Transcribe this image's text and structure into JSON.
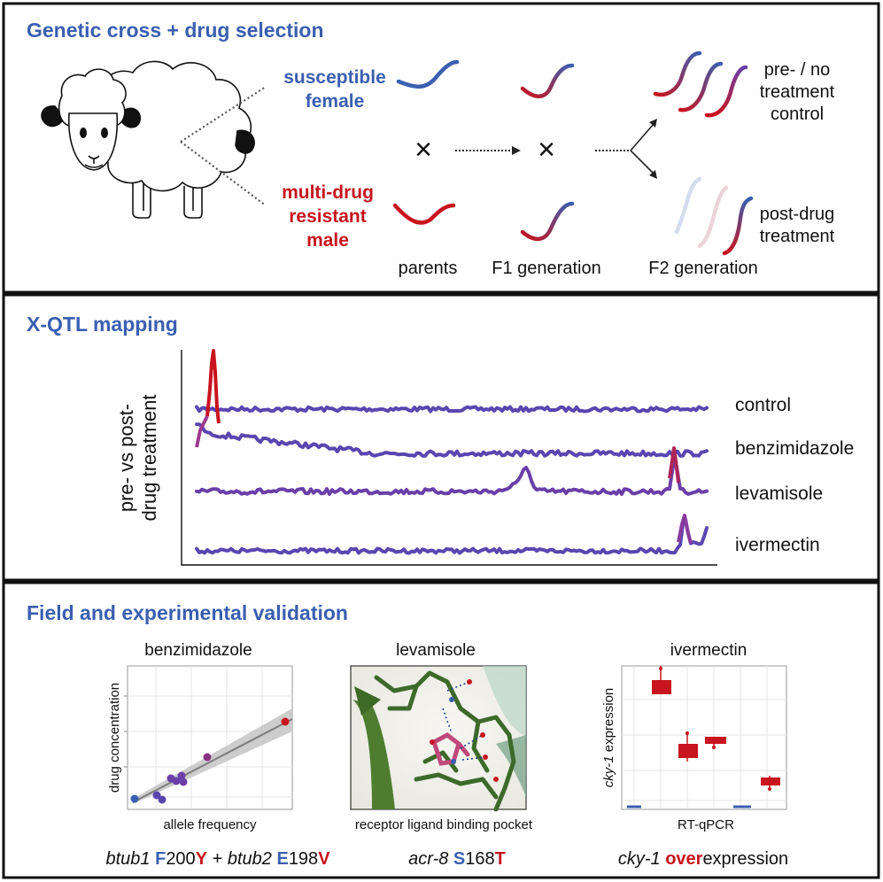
{
  "panel1": {
    "title": "Genetic cross + drug selection",
    "susceptible_line1": "susceptible",
    "susceptible_line2": "female",
    "resistant_line1": "multi-drug",
    "resistant_line2": "resistant",
    "resistant_line3": "male",
    "cross_symbol": "×",
    "parents": "parents",
    "f1": "F1 generation",
    "f2": "F2 generation",
    "control_line1": "pre- / no",
    "control_line2": "treatment",
    "control_line3": "control",
    "post_line1": "post-drug",
    "post_line2": "treatment"
  },
  "panel2": {
    "title": "X-QTL mapping",
    "ylabel_line1": "pre- vs post-",
    "ylabel_line2": "drug treatment",
    "tracks": [
      "control",
      "benzimidazole",
      "levamisole",
      "ivermectin"
    ]
  },
  "panel3": {
    "title": "Field and experimental validation",
    "benz": {
      "title": "benzimidazole",
      "xlabel": "allele frequency",
      "ylabel": "drug concentration",
      "caption": {
        "g1": "btub1",
        "a1": "F",
        "n1": "200",
        "b1": "Y",
        "plus": "+",
        "g2": "btub2",
        "a2": "E",
        "n2": "198",
        "b2": "V"
      }
    },
    "lev": {
      "title": "levamisole",
      "sublabel": "receptor ligand binding pocket",
      "caption": {
        "g": "acr-8",
        "a": "S",
        "n": "168",
        "b": "T"
      }
    },
    "iver": {
      "title": "ivermectin",
      "ylabel_gene": "cky-1",
      "ylabel_rest": "expression",
      "xlabel": "RT-qPCR",
      "caption": {
        "g": "cky-1",
        "over": "over",
        "rest": "expression"
      }
    }
  },
  "colors": {
    "blue": "#3a5fb0",
    "red": "#c8141e",
    "purple": "#6a3fa8",
    "trace": "#5946b0"
  }
}
